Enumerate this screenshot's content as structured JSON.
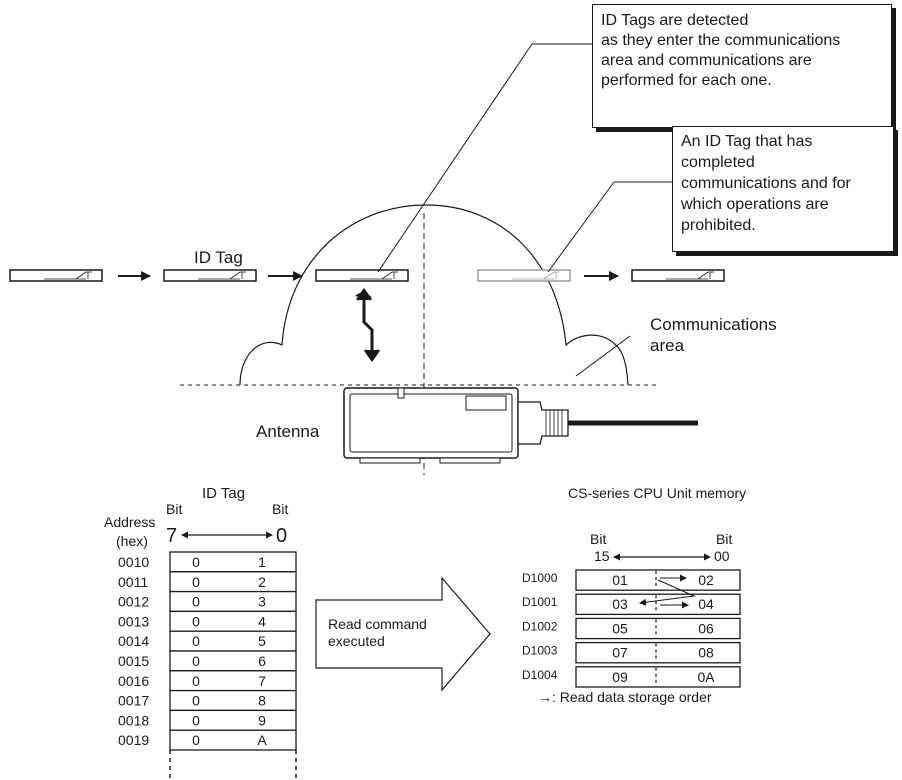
{
  "callouts": {
    "detected": [
      "ID Tags are detected",
      "as they enter the communications",
      "area and communications are",
      "performed for each one."
    ],
    "prohibited": [
      "An ID Tag that has",
      "completed",
      "communications and for",
      "which operations are",
      "prohibited."
    ]
  },
  "labels": {
    "id_tag": "ID Tag",
    "communications_area": [
      "Communications",
      "area"
    ],
    "antenna": "Antenna"
  },
  "tag_memory": {
    "title": "ID Tag",
    "address_header": [
      "Address",
      "(hex)"
    ],
    "bit_label_left": "Bit",
    "bit_label_right": "Bit",
    "bit_high": "7",
    "bit_low": "0",
    "rows": [
      {
        "address": "0010",
        "high": "0",
        "low": "1"
      },
      {
        "address": "0011",
        "high": "0",
        "low": "2"
      },
      {
        "address": "0012",
        "high": "0",
        "low": "3"
      },
      {
        "address": "0013",
        "high": "0",
        "low": "4"
      },
      {
        "address": "0014",
        "high": "0",
        "low": "5"
      },
      {
        "address": "0015",
        "high": "0",
        "low": "6"
      },
      {
        "address": "0016",
        "high": "0",
        "low": "7"
      },
      {
        "address": "0017",
        "high": "0",
        "low": "8"
      },
      {
        "address": "0018",
        "high": "0",
        "low": "9"
      },
      {
        "address": "0019",
        "high": "0",
        "low": "A"
      }
    ]
  },
  "read_command": [
    "Read command",
    "executed"
  ],
  "cpu_memory": {
    "title": "CS-series CPU Unit memory",
    "bit_label_left": "Bit",
    "bit_label_right": "Bit",
    "bit_high": "15",
    "bit_low": "00",
    "rows": [
      {
        "word": "D1000",
        "high": "01",
        "low": "02"
      },
      {
        "word": "D1001",
        "high": "03",
        "low": "04"
      },
      {
        "word": "D1002",
        "high": "05",
        "low": "06"
      },
      {
        "word": "D1003",
        "high": "07",
        "low": "08"
      },
      {
        "word": "D1004",
        "high": "09",
        "low": "0A"
      }
    ],
    "legend": "→: Read data storage order"
  }
}
